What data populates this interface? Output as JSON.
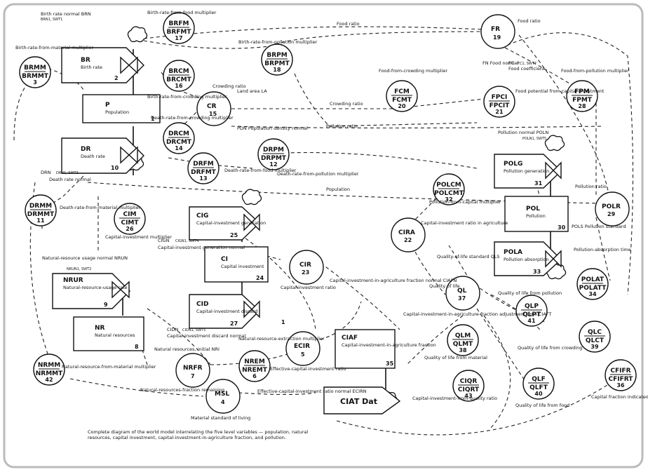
{
  "levels": [
    {
      "id": "BR",
      "name": "Birth rate",
      "number": "2",
      "type": "rate"
    },
    {
      "id": "P",
      "name": "Population",
      "number": "1",
      "type": "level"
    },
    {
      "id": "DR",
      "name": "Death rate",
      "number": "10",
      "type": "rate"
    },
    {
      "id": "CIG",
      "name": "Capital-investment generation",
      "number": "25",
      "type": "rate"
    },
    {
      "id": "CI",
      "name": "Capital investment",
      "number": "24",
      "type": "level"
    },
    {
      "id": "CID",
      "name": "Capital-investment discard",
      "number": "27",
      "type": "rate"
    },
    {
      "id": "NRUR",
      "name": "Natural-resource-usage rate",
      "number": "9",
      "type": "rate"
    },
    {
      "id": "NR",
      "name": "Natural resources",
      "number": "8",
      "type": "level"
    },
    {
      "id": "POLG",
      "name": "Pollution generation",
      "number": "31",
      "type": "rate"
    },
    {
      "id": "POL",
      "name": "Pollution",
      "number": "30",
      "type": "level"
    },
    {
      "id": "POLA",
      "name": "Pollution absorption",
      "number": "33",
      "type": "rate"
    },
    {
      "id": "CIAF",
      "name": "Capital-investment-in-agriculture fraction",
      "number": "35",
      "type": "level"
    }
  ],
  "ratios": [
    {
      "id": "CR",
      "number": "15"
    },
    {
      "id": "FR",
      "number": "19"
    },
    {
      "id": "CIR",
      "number": "23"
    },
    {
      "id": "CIRA",
      "number": "22"
    },
    {
      "id": "POLR",
      "number": "29"
    },
    {
      "id": "QL",
      "number": "37"
    },
    {
      "id": "ECIR",
      "number": "5"
    },
    {
      "id": "NRFR",
      "number": "7"
    },
    {
      "id": "MSL",
      "number": "4"
    }
  ],
  "multipliers": [
    {
      "top": "BRFM",
      "bottom": "BRFMT",
      "number": "17"
    },
    {
      "top": "BRPM",
      "bottom": "BRPMT",
      "number": "18"
    },
    {
      "top": "BRCM",
      "bottom": "BRCMT",
      "number": "16"
    },
    {
      "top": "BRMM",
      "bottom": "BRMMT",
      "number": "3"
    },
    {
      "top": "DRCM",
      "bottom": "DRCMT",
      "number": "14"
    },
    {
      "top": "DRFM",
      "bottom": "DRFMT",
      "number": "13"
    },
    {
      "top": "DRPM",
      "bottom": "DRPMT",
      "number": "12"
    },
    {
      "top": "DRMM",
      "bottom": "DRMMT",
      "number": "11"
    },
    {
      "top": "CIM",
      "bottom": "CIMT",
      "number": "26"
    },
    {
      "top": "FCM",
      "bottom": "FCMT",
      "number": "20"
    },
    {
      "top": "FPCI",
      "bottom": "FPCIT",
      "number": "21"
    },
    {
      "top": "FPM",
      "bottom": "FPMT",
      "number": "28"
    },
    {
      "top": "POLCM",
      "bottom": "POLCMT",
      "number": "32"
    },
    {
      "top": "POLAT",
      "bottom": "POLATT",
      "number": "34"
    },
    {
      "top": "QLP",
      "bottom": "QLPT",
      "number": "41"
    },
    {
      "top": "QLC",
      "bottom": "QLCT",
      "number": "39"
    },
    {
      "top": "QLM",
      "bottom": "QLMT",
      "number": "38"
    },
    {
      "top": "QLF",
      "bottom": "QLFT",
      "number": "40"
    },
    {
      "top": "CIQR",
      "bottom": "CIQRT",
      "number": "43"
    },
    {
      "top": "NREM",
      "bottom": "NREMT",
      "number": "6"
    },
    {
      "top": "NRMM",
      "bottom": "NRMMT",
      "number": "42"
    },
    {
      "top": "CFIFR",
      "bottom": "CFIFRT",
      "number": "36"
    }
  ],
  "ciat_label": "CIAT Dat",
  "labels": {
    "brn": "Birth rate normal BRN",
    "brn_sub": "BRN1, SWT1",
    "brmm_desc": "Birth-rate-from-material multiplier",
    "brfm_desc": "Birth-rate-from-food multiplier",
    "brpm_desc": "Birth-rate-from-pollution multiplier",
    "brcm_desc": "Birth-rate-from-crowding multiplier",
    "crowding_ratio": "Crowding ratio",
    "land_area": "Land area LA",
    "pdn": "PDN Population density normal",
    "drcm_desc": "Death-rate-from-crowding multiplier",
    "drfm_desc": "Death-rate-from-food multiplier",
    "drpm_desc": "Death-rate-from-pollution multiplier",
    "drn": "DRN",
    "drn_sub": "DRN1, SWT3",
    "drn_desc": "Death rate normal",
    "drmm_desc": "Death-rate-from-material multiplier",
    "food_ratio_line": "Food ratio",
    "food_ratio": "Food ratio",
    "fn": "FN Food normal",
    "fc": "FC",
    "fc_sub": "FC1, SWT7",
    "fc_desc": "Food coefficient",
    "fcm_desc": "Food-from-crowding multiplier",
    "fpci_desc": "Food potential from capital investment",
    "fpm_desc": "Food-from-pollution multiplier",
    "crowding_line": "Crowding ratio",
    "pollution_line": "Pollution ratio",
    "pollution_normal": "Pollution normal POLN",
    "poln_sub": "POLN1, SWT5",
    "population_line": "Population",
    "polcm_desc": "Pollution-from-capital multiplier",
    "pollution_ratio": "Pollution ratio",
    "pols": "POLS Pollution standard",
    "polat_desc": "Pollution-absorption time",
    "cim_desc": "Capital-investment multiplier",
    "cign": "CIGN",
    "cign_sub": "CIGN1, SWT4",
    "cign_desc": "Capital-investment generation normal",
    "cidn": "CIDN",
    "cidn_sub": "CIDN1, SWT5",
    "cidn_desc": "Capital-investment discard normal",
    "nrem_desc": "Natural-resource-extraction multiplier",
    "cira_desc": "Capital-investment ratio in agriculture",
    "cir_desc": "Capital-investment ratio",
    "ciafn": "Capital-investment-in-agriculture fraction normal CIAFN",
    "ciaft": "Capital-investment-in-agriculture-fraction adjustment time CIAFT",
    "qls": "Quality-of-life standard QLS",
    "quality_of_life": "Quality of life",
    "qlp_desc": "Quality of life from pollution",
    "qlc_desc": "Quality of life from crowding",
    "qlm_desc": "Quality of life from material",
    "qlf_desc": "Quality of life from food",
    "ciqr_desc": "Capital-investment-from-quality ratio",
    "cfifr_desc": "Capital fraction indicated by food ratio",
    "nrun": "Natural-resource usage normal NRUN",
    "nrun_sub": "NRUN1, SWT2",
    "nri": "Natural resources, initial NRI",
    "nrmm_desc": "Natural-resource-from-material multiplier",
    "nrfr_desc": "Natural-resources-fraction remaining",
    "msl_desc": "Material standard of living",
    "ecir_desc": "Effective-capital-investment ratio",
    "ecirn": "Effective-capital-investment ratio normal ECIRN",
    "one": "1"
  },
  "caption": "Complete diagram of the world model interrelating the five level variables — population, natural resources, capital investment, capital-investment-in-agriculture fraction, and pollution."
}
